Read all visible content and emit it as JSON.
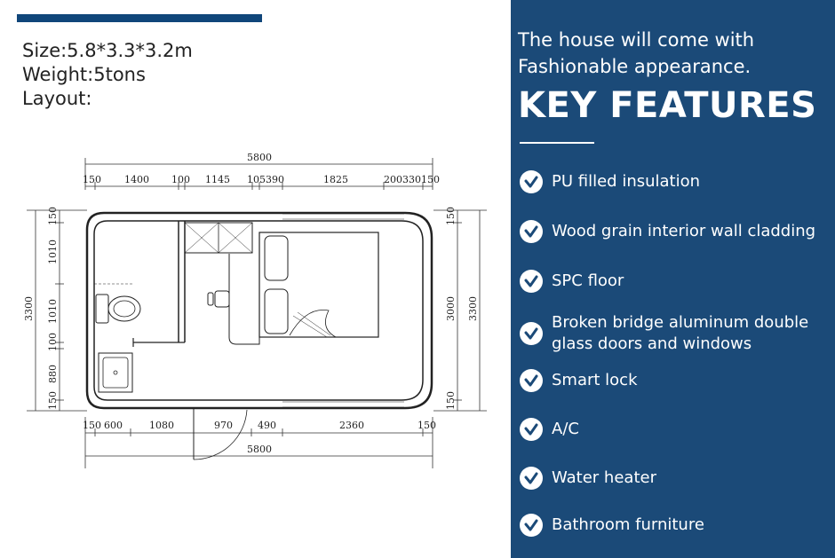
{
  "specs": {
    "size": "Size:5.8*3.3*3.2m",
    "weight": "Weight:5tons",
    "layout": "Layout:"
  },
  "plan": {
    "top_total": "5800",
    "top_dims": [
      "150",
      "1400",
      "100",
      "1145",
      "105390",
      "1825",
      "200330150"
    ],
    "bottom_total": "5800",
    "bottom_dims": [
      "150",
      "600",
      "1080",
      "970",
      "490",
      "2360",
      "150"
    ],
    "left_total": "3300",
    "left_dims": [
      "150",
      "1010",
      "1010",
      "100",
      "880",
      "150"
    ],
    "right_inner": "3000",
    "right_total": "3300",
    "right_top": "150",
    "right_bottom": "150"
  },
  "panel": {
    "intro_line1": "The house will come with",
    "intro_line2": "Fashionable appearance.",
    "heading": "KEY FEATURES",
    "features": [
      "PU filled insulation",
      "Wood grain interior wall cladding",
      "SPC floor",
      "Broken bridge aluminum double",
      "glass doors and windows",
      "Smart lock",
      "A/C",
      "Water heater",
      "Bathroom furniture"
    ]
  },
  "colors": {
    "panel": "#1b4a78",
    "bar": "#10467a"
  }
}
